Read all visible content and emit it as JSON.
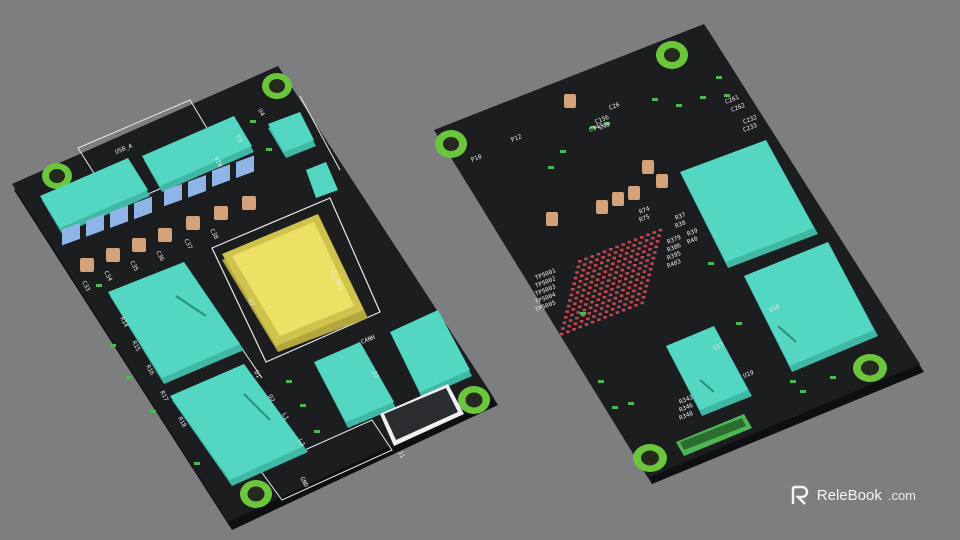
{
  "watermark": {
    "brand": "ReleBook",
    "tld": ".com"
  },
  "colors": {
    "background": "#7d7e80",
    "board": "#1c1d1f",
    "board_edge": "#0e0f10",
    "module": "#53d7c3",
    "module_shade": "#3fb8a6",
    "module_mark": "#2a8f7e",
    "chip": "#ece164",
    "chip_shade": "#cfc24d",
    "capacitor": "#d4a27a",
    "cap_blue": "#8fb4e8",
    "pad_ring": "#6cc63b",
    "pad_inner": "#26291f",
    "silk": "#e9e9e9",
    "bga": "#c2454d",
    "smd_green": "#4fb657",
    "header": "#f0f0f0"
  },
  "left_board": {
    "label_top": "USB_A",
    "label_chip": "U1 VCC",
    "label_mid": "CANH",
    "ref_labels": [
      "C33",
      "C34",
      "C35",
      "C36",
      "C37",
      "C38",
      "R14",
      "R15",
      "R16",
      "R17",
      "R18",
      "D1",
      "D2",
      "L1",
      "L2",
      "U2",
      "U3",
      "U4",
      "J1",
      "J2",
      "GND",
      "VIN"
    ]
  },
  "right_board": {
    "top_labels": [
      "C26",
      "C343",
      "C156",
      "C98",
      "P12",
      "P10"
    ],
    "bga_labels": [
      "R379",
      "R386",
      "R395",
      "R403",
      "R37",
      "R38",
      "R39",
      "R40",
      "R74",
      "R75"
    ],
    "tp_labels": [
      "TP5001",
      "TP5002",
      "TP5003",
      "TP5004",
      "TP5005"
    ],
    "misc_labels": [
      "C261",
      "C262",
      "C232",
      "C233",
      "R343",
      "R346",
      "R348",
      "U17",
      "U18",
      "U19"
    ]
  }
}
